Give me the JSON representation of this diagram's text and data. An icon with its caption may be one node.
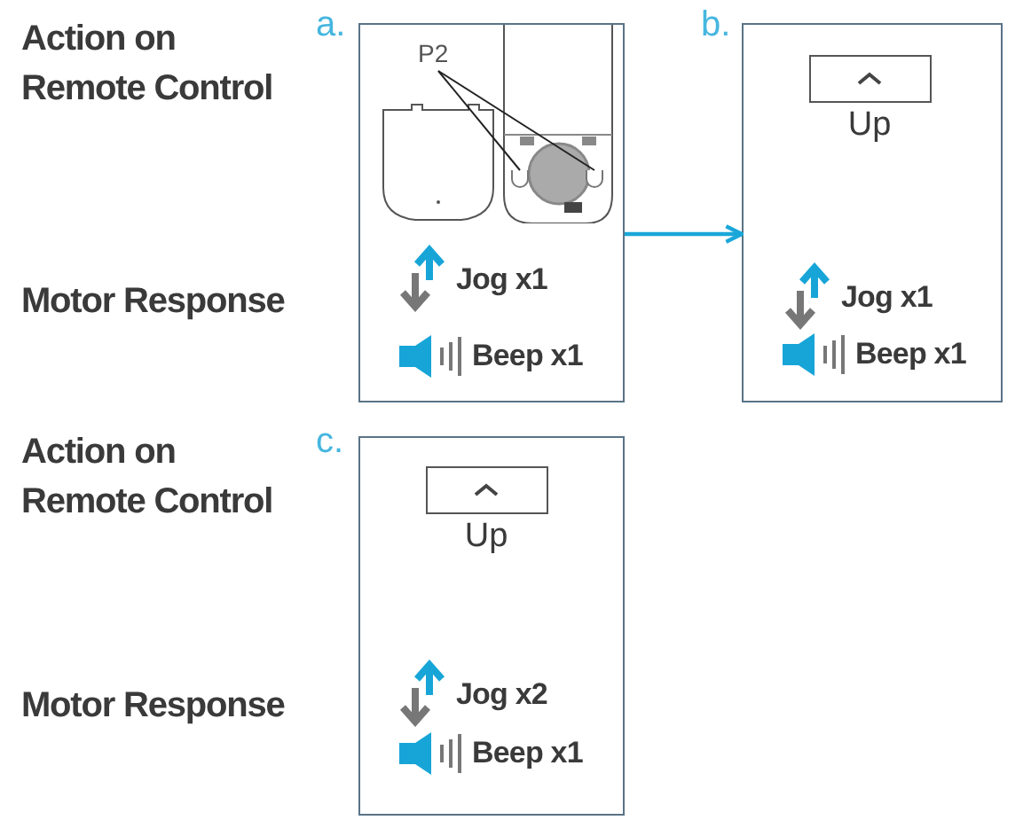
{
  "diagram": {
    "nodes": [
      {
        "text": [
          "a."
        ]
      },
      {
        "text": [
          "P2"
        ],
        "in": 0
      },
      {
        "text": [],
        "shape": "box",
        "in": 0
      },
      {
        "text": [],
        "shape": "box",
        "in": 0
      },
      {
        "text": [
          "b."
        ]
      },
      {
        "text": [],
        "shape": "box",
        "beside": [
          "Up"
        ],
        "in": 4
      },
      {
        "text": [
          "c."
        ]
      },
      {
        "text": [],
        "shape": "box",
        "beside": [
          "Up"
        ],
        "in": 6
      }
    ],
    "edges": [
      {
        "from": 1,
        "to": 2,
        "arrow": "none"
      },
      {
        "from": 1,
        "to": 3,
        "arrow": "none"
      },
      {
        "from": 0,
        "to": 4,
        "arrow": "to",
        "color": "#1aa7d9"
      }
    ],
    "labels": [
      "Action on Remote Control",
      "Motor Response",
      "Jog x1",
      "Beep x1",
      "Jog x1",
      "Beep x1",
      "Action on Remote Control",
      "Motor Response",
      "Jog x2",
      "Beep x1"
    ]
  }
}
